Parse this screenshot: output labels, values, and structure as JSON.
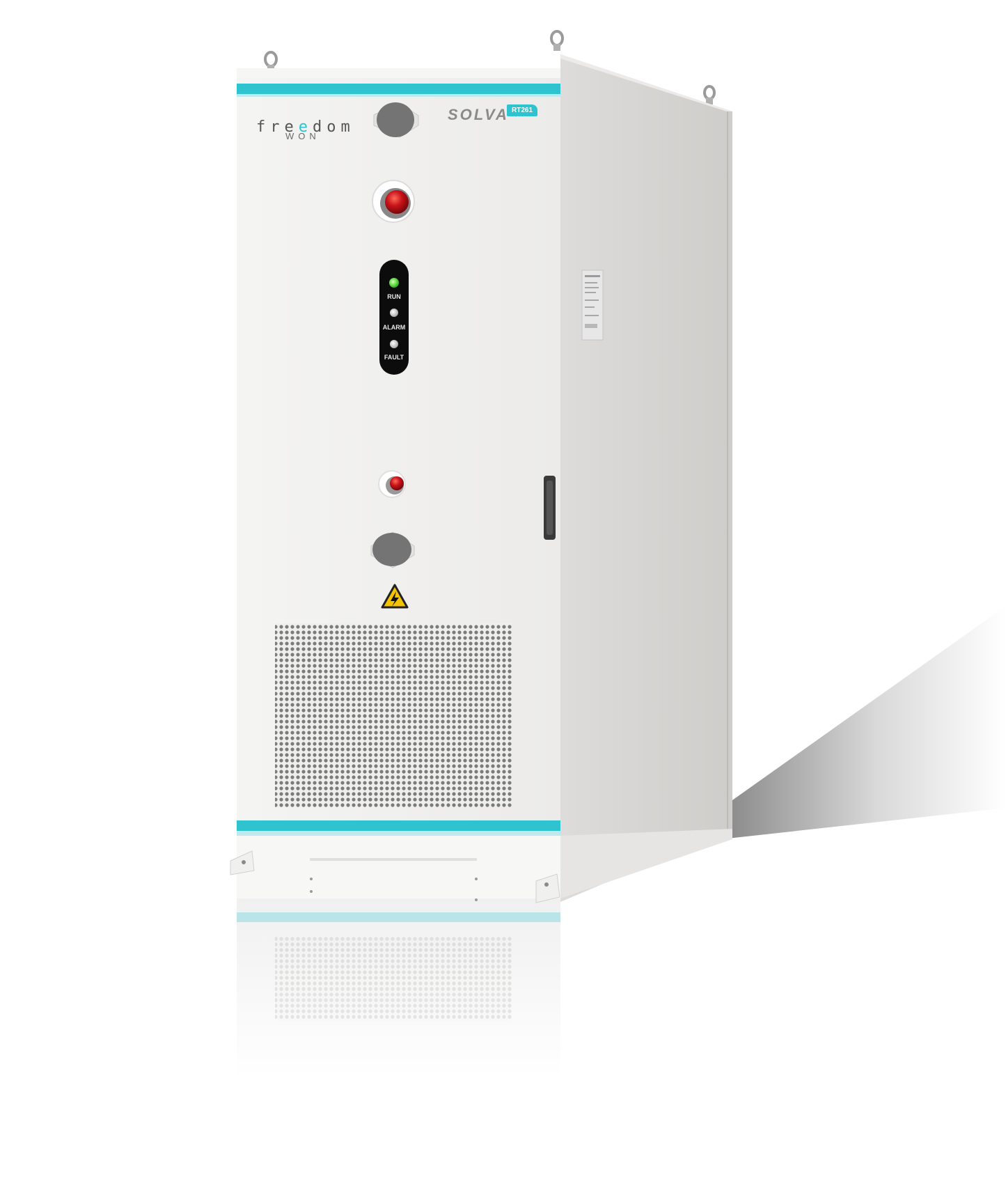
{
  "brand": {
    "left_logo_main": "freedom",
    "left_logo_highlight_letter": "e",
    "left_logo_sub": "WON",
    "right_logo": "SOLVA",
    "model_badge": "RT261"
  },
  "indicator_panel": {
    "leds": [
      {
        "label": "RUN",
        "color": "#66e04a"
      },
      {
        "label": "ALARM",
        "color": "#d0d0d0"
      },
      {
        "label": "FAULT",
        "color": "#d0d0d0"
      }
    ]
  },
  "colors": {
    "accent_stripe": "#2fc2cf",
    "cabinet_front": "#f2f2f0",
    "cabinet_side": "#d5d3d0",
    "emergency_button": "#b01010",
    "warning_sign": "#f5c400"
  },
  "icons": [
    "lifting-eye-icon",
    "emergency-stop-icon",
    "high-voltage-warning-icon",
    "door-handle-icon",
    "gland-plate-icon"
  ]
}
